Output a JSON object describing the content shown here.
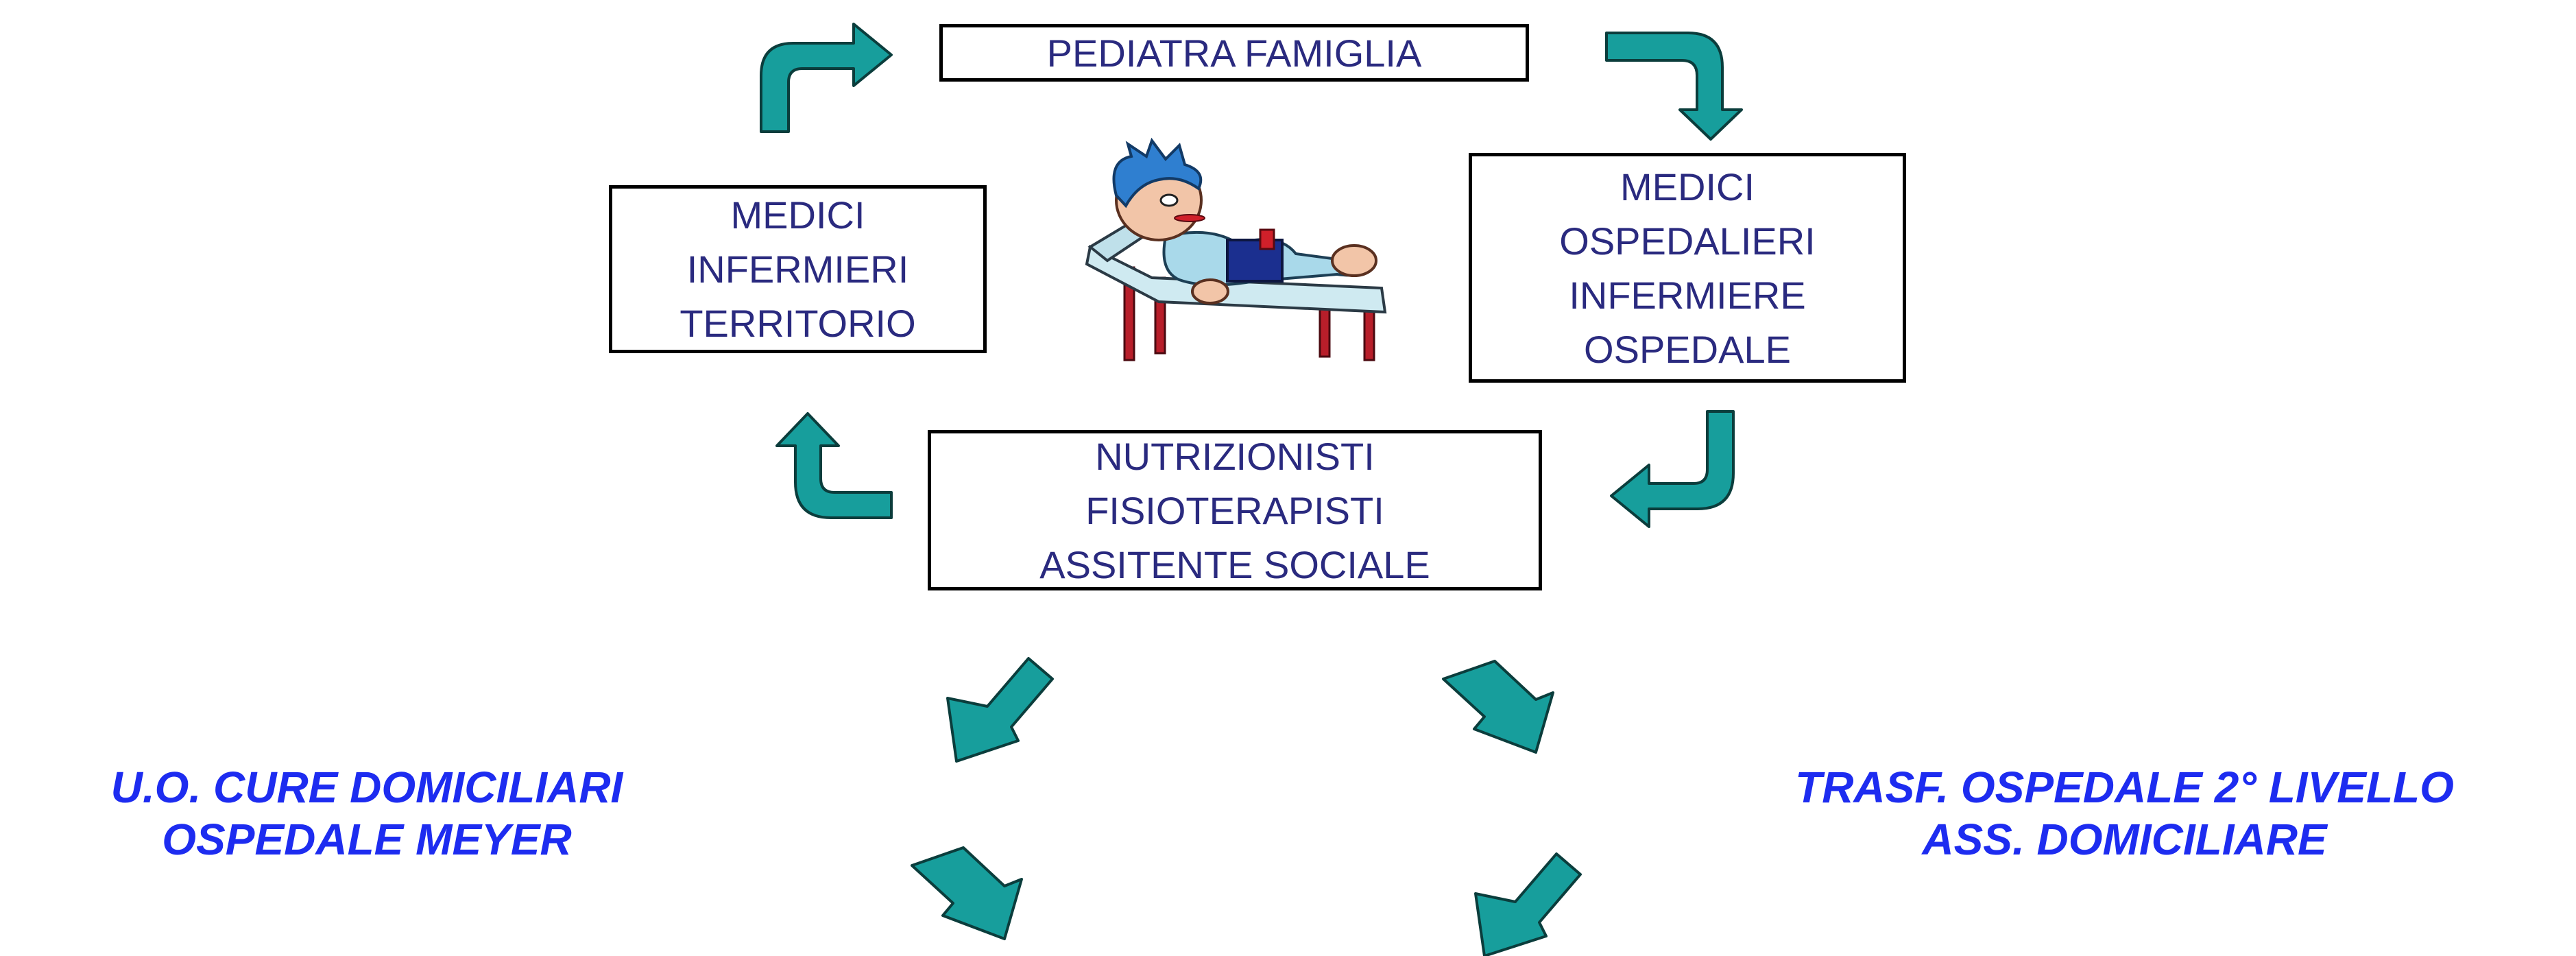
{
  "boxes": {
    "pediatra": [
      "PEDIATRA FAMIGLIA"
    ],
    "territorio": [
      "MEDICI",
      "INFERMIERI",
      "TERRITORIO"
    ],
    "ospedale": [
      "MEDICI",
      "OSPEDALIERI",
      "INFERMIERE",
      "OSPEDALE"
    ],
    "nutrizionisti": [
      "NUTRIZIONISTI",
      "FISIOTERAPISTI",
      "ASSITENTE SOCIALE"
    ]
  },
  "outcomes": {
    "left": [
      "U.O. CURE DOMICILIARI",
      "OSPEDALE MEYER"
    ],
    "right": [
      "TRASF. OSPEDALE 2° LIVELLO",
      "ASS. DOMICILIARE"
    ]
  },
  "colors": {
    "arrow_fill": "#179e9c",
    "box_text": "#2a2a7f",
    "outcome_text": "#1d2cf0"
  },
  "illustration": {
    "name": "child-on-hospital-bed"
  }
}
